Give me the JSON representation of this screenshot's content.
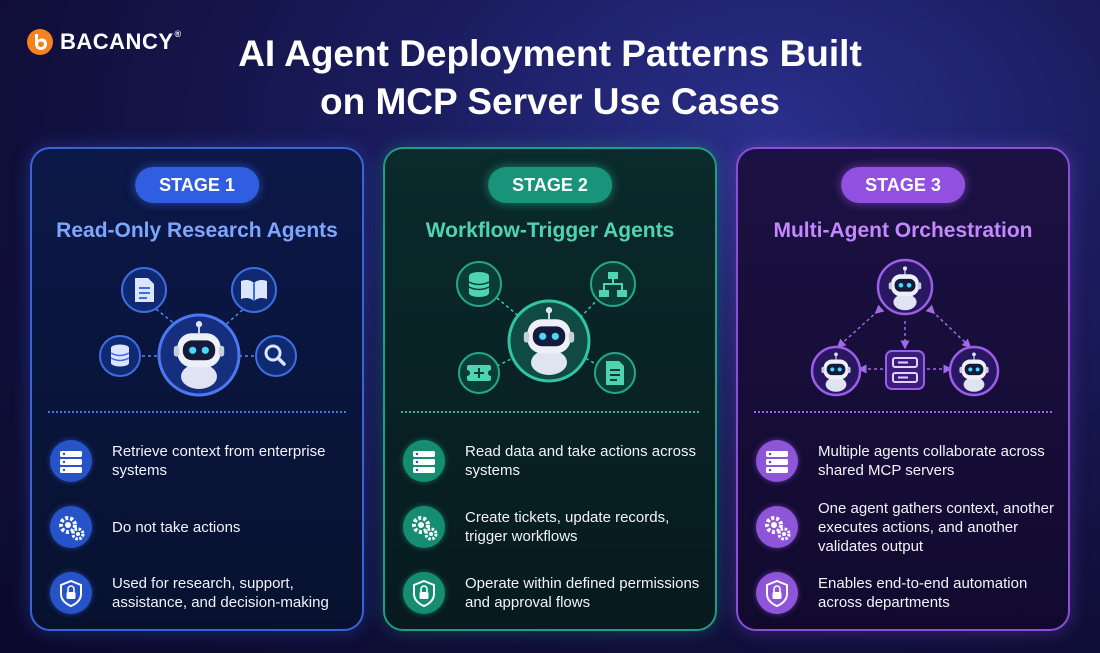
{
  "brand": {
    "name": "BACANCY",
    "reg": "®",
    "color": "#f5821f"
  },
  "title": {
    "line1": "AI Agent Deployment Patterns Built",
    "line2": "on MCP Server Use Cases"
  },
  "stages": [
    {
      "badge": "STAGE 1",
      "title": "Read-Only Research Agents",
      "accent": "#3a63d8",
      "icons": [
        "document-icon",
        "book-icon",
        "database-icon",
        "search-icon",
        "robot-icon"
      ],
      "items": [
        {
          "icon": "server-icon",
          "text": "Retrieve context from enterprise systems"
        },
        {
          "icon": "gears-icon",
          "text": "Do not take actions"
        },
        {
          "icon": "shield-lock-icon",
          "text": "Used for research, support, assistance, and decision-making"
        }
      ]
    },
    {
      "badge": "STAGE 2",
      "title": "Workflow-Trigger Agents",
      "accent": "#1f9c82",
      "icons": [
        "database-icon",
        "flowchart-icon",
        "ticket-icon",
        "document-icon",
        "robot-icon"
      ],
      "items": [
        {
          "icon": "server-icon",
          "text": "Read data and take actions across systems"
        },
        {
          "icon": "gears-icon",
          "text": "Create tickets, update records, trigger workflows"
        },
        {
          "icon": "shield-lock-icon",
          "text": "Operate within defined permissions and approval flows"
        }
      ]
    },
    {
      "badge": "STAGE 3",
      "title": "Multi-Agent Orchestration",
      "accent": "#8a4fd6",
      "icons": [
        "robot-icon",
        "robot-icon",
        "robot-icon",
        "server-icon"
      ],
      "items": [
        {
          "icon": "server-icon",
          "text": "Multiple agents collaborate across shared MCP servers"
        },
        {
          "icon": "gears-icon",
          "text": "One agent gathers context, another executes actions, and another validates output"
        },
        {
          "icon": "shield-lock-icon",
          "text": "Enables end-to-end automation across departments"
        }
      ]
    }
  ]
}
